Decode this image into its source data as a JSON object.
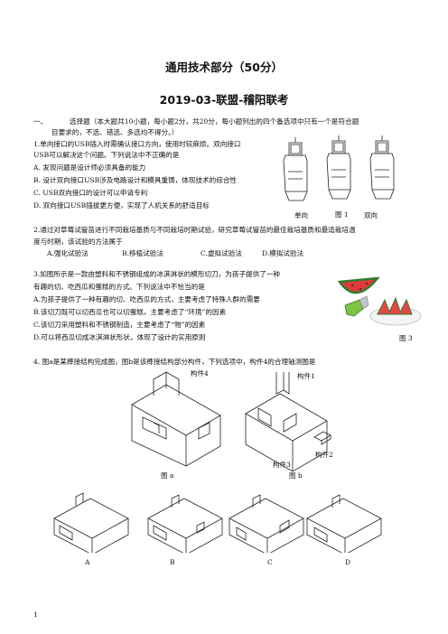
{
  "title": "通用技术部分（50分）",
  "subtitle": "2019-03-联盟-稽阳联考",
  "section": {
    "number": "一、",
    "heading_line1": "选择题（本大题共10小题，每小题2分，共20分，每小题列出的四个备选项中只有一个是符合题",
    "heading_line2": "目要求的，不选、错选、多选均不得分。）"
  },
  "questions": [
    {
      "stem_lines": [
        "1.单向接口的USB插入时需确认接口方向，使用时较麻烦。双向接口",
        "USB可以解决这个问题。下列说法中不正确的是"
      ],
      "options": [
        "A.  发现问题是设计师必须具备的能力",
        "B.  设计双向接口USB涉及电路设计和模具重铸，体现技术的综合性",
        "C.  USB双向接口的设计可以申请专利",
        "D.  双向接口USB插拔更方便，实现了人机关系的舒适目标"
      ]
    },
    {
      "stem_lines": [
        "2.通过对草莓试管苗进行不同栽培基质与不同栽培时期试验，研究草莓试管苗的最佳栽培基质和最适栽培温",
        "度与时期，该试验的方法属于"
      ],
      "options": [
        "A.强化试验法",
        "B.移植试验法",
        "C.虚拟试验法",
        "D.模拟试验法"
      ]
    },
    {
      "stem_lines": [
        "3.如图所示是一款由塑料和不锈钢组成的冰淇淋状的模形切刀，为孩子提供了一种",
        "有趣的切、吃西瓜和蛋糕的方式。下列说法中不恰当的是"
      ],
      "options": [
        "A.为孩子提供了一种有趣的切、吃西瓜的方式，主要考虑了特殊人群的需要",
        "B.该切刀既可以切西瓜也可以切蛋糕，主要考虑了“环境”的因素",
        "C.该切刀采用塑料和不锈钢制造，主要考虑了“物”的因素",
        "D.可以将西瓜切成冰淇淋状形状，体现了设计的实用原则"
      ]
    },
    {
      "stem_lines": [
        "4. 图a是某榫接结构完成图，图b是该榫接结构部分构件，下列选项中，构件4的合理轴测图是"
      ],
      "options": [
        "A",
        "B",
        "C",
        "D"
      ]
    }
  ],
  "figure_labels": {
    "fig1_single": "单向",
    "fig1_caption": "图 1",
    "fig1_double": "双向",
    "fig3_caption": "图 3",
    "part4": "构件4",
    "part1": "构件1",
    "part3": "构件3",
    "part2": "构件2",
    "fig_a": "图 a",
    "fig_b": "图 b"
  },
  "page_number": "1"
}
